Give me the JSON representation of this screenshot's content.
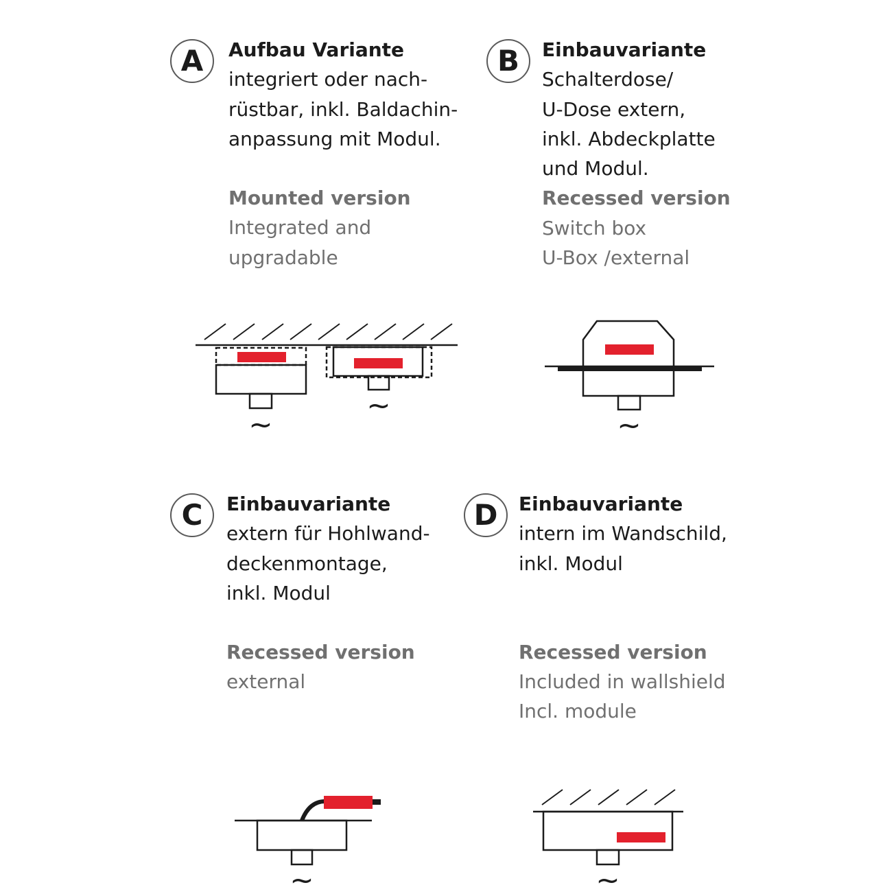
{
  "colors": {
    "accent": "#e3212d",
    "text_de": "#1b1b1b",
    "text_en": "#707070",
    "line": "#1b1b1b"
  },
  "variants": [
    {
      "letter": "A",
      "de_title": "Aufbau Variante",
      "de_lines": [
        "integriert oder nach-",
        "rüstbar, inkl. Baldachin-",
        "anpassung mit Modul."
      ],
      "en_title": "Mounted version",
      "en_lines": [
        "Integrated and",
        "upgradable"
      ]
    },
    {
      "letter": "B",
      "de_title": "Einbauvariante",
      "de_lines": [
        "Schalterdose/",
        "U-Dose extern,",
        "inkl. Abdeckplatte",
        "und Modul."
      ],
      "en_title": "Recessed version",
      "en_lines": [
        "Switch box",
        "U-Box /external"
      ]
    },
    {
      "letter": "C",
      "de_title": "Einbauvariante",
      "de_lines": [
        "extern für Hohlwand-",
        "deckenmontage,",
        "inkl. Modul"
      ],
      "en_title": "Recessed version",
      "en_lines": [
        "external"
      ]
    },
    {
      "letter": "D",
      "de_title": "Einbauvariante",
      "de_lines": [
        "intern im Wandschild,",
        "inkl. Modul"
      ],
      "en_title": "Recessed version",
      "en_lines": [
        "Included in wallshield",
        "Incl. module"
      ]
    }
  ],
  "tilde": "~"
}
